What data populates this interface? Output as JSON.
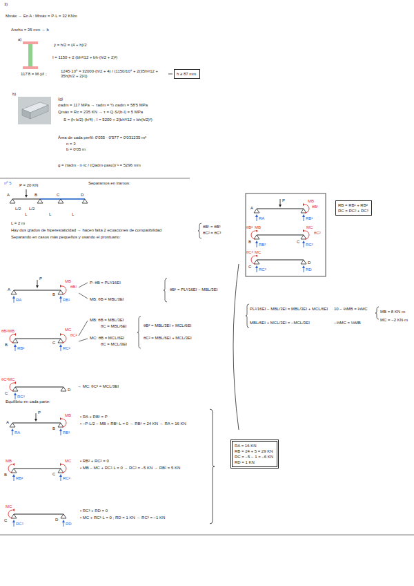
{
  "diagram": {
    "nodes": [
      {
        "text": [
          "h ≥ 87 mm"
        ]
      },
      {
        "text": [
          "RB = RB¹ + RB²",
          "RC = RC² + RC³"
        ]
      },
      {
        "text": [
          "RA = 16 KN",
          "RB = 24 + 5 = 29 KN",
          "RC = −5 − 1 = −6 KN",
          "RD = 1 KN"
        ]
      }
    ],
    "labels": [
      "3)",
      "Mmáx → En A : Mmáx = P·L = 32 KNm",
      "Ancho = 35 mm → b",
      "a)",
      "ȳ = h/2 = (4 + h)/2",
      "I = 1150 + 2 (bh³/12 + bh·(h/2 + 2)²)",
      "117'8 = M·ȳ/I ;",
      "1245·10⁶ = 32000·(h/2 + 4) / (1150/10⁴ + 2(35h³/12 + 35h(h/2 + 2)²))",
      "b)",
      "(g)",
      "σadm = 117 MPa → τadm = ½ σadm = 58'5 MPa",
      "Qmáx = Rc = 235 KN → τ = Q·S/(b·I) = 5 MPa",
      "S = (h·b/2)·(h/4) ; I = 5200 + 2(bh³/12 + bh(h/2)²)",
      "Área de cada perfil: 0'035 · 0'577 = 0'031235 m²",
      "n = 3",
      "b = 0'05 m",
      "g = (τadm · n·Ic / (Qadm·paso))⁻¹ = 5296 mm",
      "nº 5",
      "Separamos en tramos:",
      "P = 20 KN",
      "A",
      "B",
      "C",
      "D",
      "L/2",
      "L/2",
      "L",
      "L",
      "L",
      "L = 2 m",
      "Hay dos grados de hiperestaticidad → hacen falta 2 ecuaciones de compatibilidad",
      "θB¹ = θB²",
      "θC² = θC³",
      "Separando en casos más pequeños y usando el prontuario:",
      "P",
      "A",
      "RA",
      "MB",
      "θB¹",
      "RB¹",
      "θB²",
      "MB",
      "B",
      "RB²",
      "MC",
      "θC²",
      "C",
      "RC²",
      "θC³",
      "MC",
      "C",
      "RC³",
      "D",
      "RD",
      "P",
      "A",
      "RA",
      "MB",
      "θB¹",
      "B",
      "RB¹",
      "P: θB = PL²/16EI",
      "MB: θB = MBL/3EI",
      "θB¹ = PL²/16EI − MBL/3EI",
      "θB²",
      "MB",
      "B",
      "RB²",
      "MC",
      "θC²",
      "C",
      "RC²",
      "MB: θB = MBL/3EI",
      "θC = MBL/6EI",
      "MC: θB = MCL/6EI",
      "θC = MCL/3EI",
      "θB² = MBL/3EI + MCL/6EI",
      "θC² = MBL/6EI + MCL/3EI",
      "θC³",
      "MC",
      "C",
      "RC³",
      "D",
      "→ MC: θC³ = MCL/3EI",
      "PL²/16EI − MBL/3EI = MBL/3EI + MCL/6EI",
      "MBL/6EI + MCL/3EI = −MCL/3EI",
      "10 − ⅔MB = ⅓MC",
      "−⅔MC = ⅓MB",
      "MB = 8 KN·m",
      "MC = −2 KN·m",
      "Equilibrio en cada parte:",
      "P",
      "MB",
      "A",
      "RA",
      "B",
      "RB¹",
      "• RA + RB¹ = P",
      "• −P·L/2 − MB + RB¹·L = 0 → RB¹ = 24 KN → RA = 16 KN",
      "MB",
      "B",
      "RB²",
      "MC",
      "C",
      "RC²",
      "• RB² + RC² = 0",
      "• MB − MC + RC²·L = 0 → RC² = −5 KN → RB² = 5 KN",
      "MC",
      "C",
      "RC³",
      "D",
      "RD",
      "• RC³ + RD = 0",
      "• MC + RC³·L = 0 ; RD = 1 KN → RC³ = −1 KN"
    ]
  }
}
